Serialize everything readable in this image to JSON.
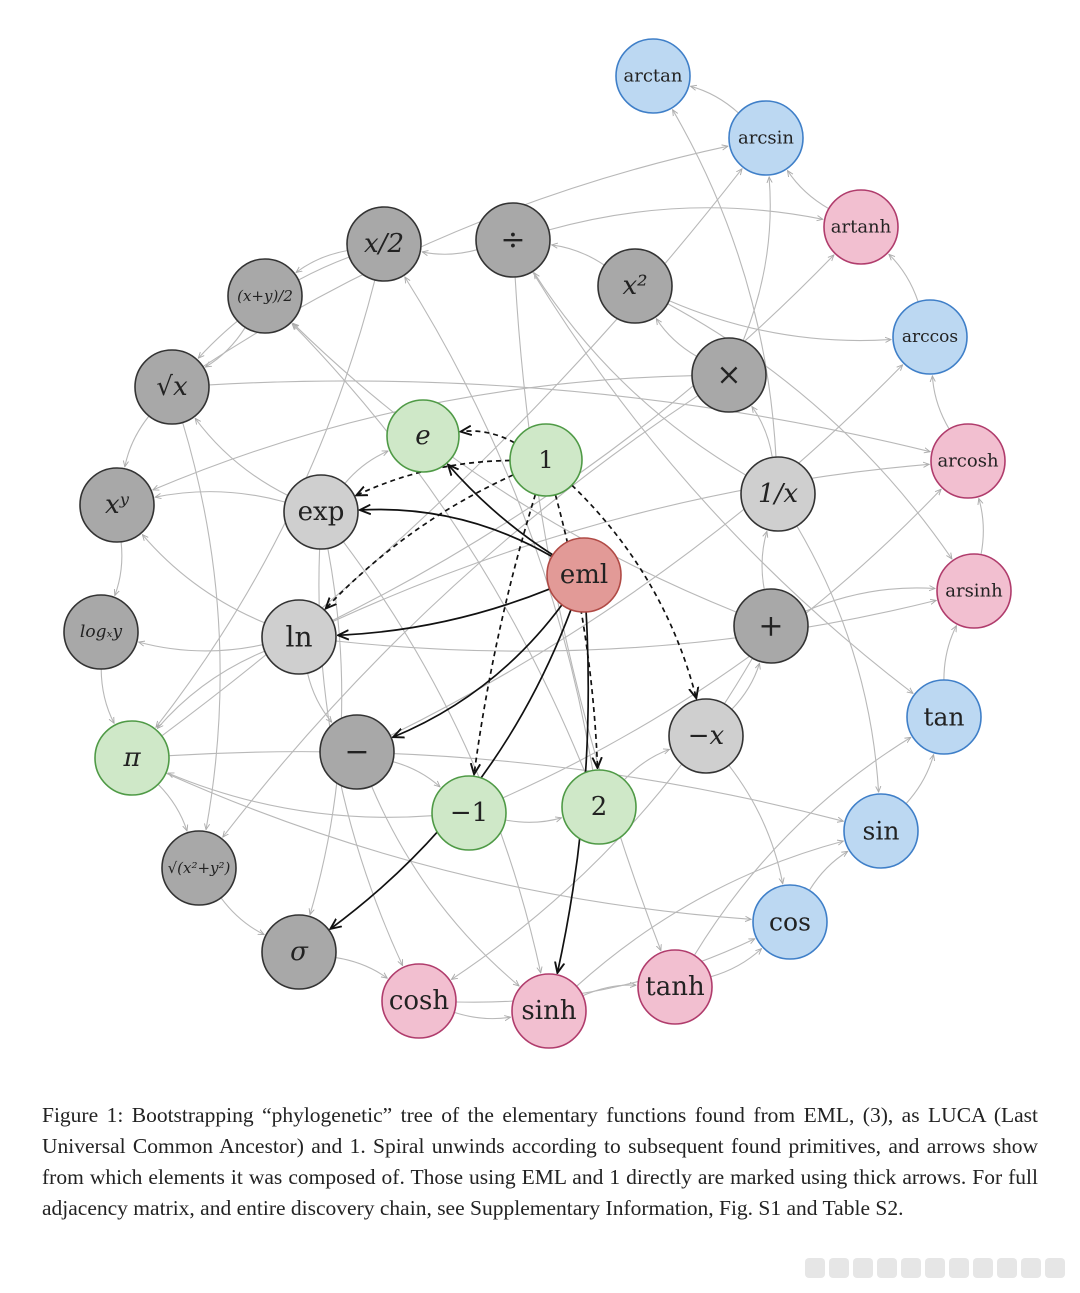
{
  "nodes": [
    {
      "id": "eml",
      "label": "eml",
      "group": "root"
    },
    {
      "id": "one",
      "label": "1",
      "group": "const"
    },
    {
      "id": "e",
      "label": "e",
      "group": "const"
    },
    {
      "id": "exp",
      "label": "exp",
      "group": "func"
    },
    {
      "id": "ln",
      "label": "ln",
      "group": "func"
    },
    {
      "id": "minus",
      "label": "−",
      "group": "func"
    },
    {
      "id": "neg1",
      "label": "−1",
      "group": "const"
    },
    {
      "id": "two",
      "label": "2",
      "group": "const"
    },
    {
      "id": "negx",
      "label": "−x",
      "group": "func"
    },
    {
      "id": "plus",
      "label": "+",
      "group": "func"
    },
    {
      "id": "inv",
      "label": "1/x",
      "group": "func"
    },
    {
      "id": "times",
      "label": "×",
      "group": "func"
    },
    {
      "id": "sq",
      "label": "x²",
      "group": "func"
    },
    {
      "id": "div",
      "label": "÷",
      "group": "func"
    },
    {
      "id": "half",
      "label": "x/2",
      "group": "func"
    },
    {
      "id": "avg",
      "label": "(x+y)/2",
      "group": "func"
    },
    {
      "id": "sqrt",
      "label": "√x",
      "group": "func"
    },
    {
      "id": "pow",
      "label": "xʸ",
      "group": "func"
    },
    {
      "id": "log",
      "label": "logₓy",
      "group": "func"
    },
    {
      "id": "pi",
      "label": "π",
      "group": "const"
    },
    {
      "id": "hyp",
      "label": "√(x²+y²)",
      "group": "func"
    },
    {
      "id": "sigma",
      "label": "σ",
      "group": "func"
    },
    {
      "id": "cosh",
      "label": "cosh",
      "group": "hyper"
    },
    {
      "id": "sinh",
      "label": "sinh",
      "group": "hyper"
    },
    {
      "id": "tanh",
      "label": "tanh",
      "group": "hyper"
    },
    {
      "id": "cos",
      "label": "cos",
      "group": "trig"
    },
    {
      "id": "sin",
      "label": "sin",
      "group": "trig"
    },
    {
      "id": "tan",
      "label": "tan",
      "group": "trig"
    },
    {
      "id": "arsinh",
      "label": "arsinh",
      "group": "hyper"
    },
    {
      "id": "arcosh",
      "label": "arcosh",
      "group": "hyper"
    },
    {
      "id": "arccos",
      "label": "arccos",
      "group": "trig"
    },
    {
      "id": "artanh",
      "label": "artanh",
      "group": "hyper"
    },
    {
      "id": "arcsin",
      "label": "arcsin",
      "group": "trig"
    },
    {
      "id": "arctan",
      "label": "arctan",
      "group": "trig"
    }
  ],
  "edges_thick": [
    {
      "from": "eml",
      "to": "exp",
      "style": "solid"
    },
    {
      "from": "eml",
      "to": "ln",
      "style": "solid"
    },
    {
      "from": "eml",
      "to": "minus",
      "style": "solid"
    },
    {
      "from": "eml",
      "to": "sigma",
      "style": "solid"
    },
    {
      "from": "eml",
      "to": "sinh",
      "style": "solid"
    },
    {
      "from": "one",
      "to": "e",
      "style": "dashed"
    },
    {
      "from": "one",
      "to": "exp",
      "style": "dashed"
    },
    {
      "from": "one",
      "to": "ln",
      "style": "dashed"
    },
    {
      "from": "one",
      "to": "negx",
      "style": "dashed"
    },
    {
      "from": "one",
      "to": "neg1",
      "style": "dashed"
    },
    {
      "from": "one",
      "to": "two",
      "style": "dashed"
    },
    {
      "from": "eml",
      "to": "e",
      "style": "solid"
    }
  ],
  "edges_thin": [
    [
      "exp",
      "e"
    ],
    [
      "ln",
      "minus"
    ],
    [
      "minus",
      "neg1"
    ],
    [
      "neg1",
      "two"
    ],
    [
      "two",
      "negx"
    ],
    [
      "negx",
      "plus"
    ],
    [
      "plus",
      "inv"
    ],
    [
      "inv",
      "times"
    ],
    [
      "times",
      "sq"
    ],
    [
      "sq",
      "div"
    ],
    [
      "div",
      "half"
    ],
    [
      "half",
      "avg"
    ],
    [
      "avg",
      "sqrt"
    ],
    [
      "sqrt",
      "pow"
    ],
    [
      "pow",
      "log"
    ],
    [
      "log",
      "pi"
    ],
    [
      "pi",
      "hyp"
    ],
    [
      "hyp",
      "sigma"
    ],
    [
      "sigma",
      "cosh"
    ],
    [
      "cosh",
      "sinh"
    ],
    [
      "sinh",
      "tanh"
    ],
    [
      "tanh",
      "cos"
    ],
    [
      "cos",
      "sin"
    ],
    [
      "sin",
      "tan"
    ],
    [
      "tan",
      "arsinh"
    ],
    [
      "arsinh",
      "arcosh"
    ],
    [
      "arcosh",
      "arccos"
    ],
    [
      "arccos",
      "artanh"
    ],
    [
      "artanh",
      "arcsin"
    ],
    [
      "arcsin",
      "arctan"
    ],
    [
      "ln",
      "pow"
    ],
    [
      "exp",
      "pow"
    ],
    [
      "ln",
      "log"
    ],
    [
      "times",
      "pow"
    ],
    [
      "inv",
      "div"
    ],
    [
      "half",
      "sqrt"
    ],
    [
      "pi",
      "sin"
    ],
    [
      "pi",
      "cos"
    ],
    [
      "sqrt",
      "hyp"
    ],
    [
      "times",
      "hyp"
    ],
    [
      "exp",
      "sigma"
    ],
    [
      "exp",
      "cosh"
    ],
    [
      "exp",
      "sinh"
    ],
    [
      "div",
      "tanh"
    ],
    [
      "sqrt",
      "arcosh"
    ],
    [
      "ln",
      "arsinh"
    ],
    [
      "ln",
      "arcosh"
    ],
    [
      "sq",
      "arccos"
    ],
    [
      "div",
      "artanh"
    ],
    [
      "ln",
      "artanh"
    ],
    [
      "sqrt",
      "arcsin"
    ],
    [
      "inv",
      "arctan"
    ],
    [
      "plus",
      "cosh"
    ],
    [
      "minus",
      "sinh"
    ],
    [
      "negx",
      "cos"
    ],
    [
      "two",
      "half"
    ],
    [
      "neg1",
      "pi"
    ],
    [
      "ln",
      "pi"
    ],
    [
      "exp",
      "sqrt"
    ],
    [
      "times",
      "arcsin"
    ],
    [
      "plus",
      "arsinh"
    ],
    [
      "minus",
      "arccos"
    ],
    [
      "sinh",
      "sin"
    ],
    [
      "cosh",
      "cos"
    ],
    [
      "tanh",
      "tan"
    ],
    [
      "neg1",
      "arcosh"
    ],
    [
      "sq",
      "arsinh"
    ],
    [
      "div",
      "tan"
    ],
    [
      "inv",
      "sin"
    ],
    [
      "pi",
      "arcsin"
    ],
    [
      "plus",
      "avg"
    ],
    [
      "two",
      "avg"
    ],
    [
      "half",
      "pi"
    ]
  ],
  "caption": "Figure 1:   Bootstrapping “phylogenetic” tree of the elementary functions found from EML, (3), as LUCA (Last Universal Common Ancestor) and 1. Spiral unwinds according to subsequent found primitives, and arrows show from which elements it was composed of. Those using EML and 1 directly are marked using thick arrows. For full adjacency matrix, and entire discovery chain, see Supplementary Information, Fig. S1 and Table S2.",
  "colors": {
    "root_fill": "#e29a97",
    "root_stroke": "#b04a45",
    "const_fill": "#cfe8c8",
    "const_stroke": "#4f9a46",
    "func_fill_light": "#cfcfcf",
    "func_fill_dark": "#a8a8a8",
    "func_stroke": "#333333",
    "hyper_fill": "#f2bfd0",
    "hyper_stroke": "#b03c6c",
    "trig_fill": "#bcd8f2",
    "trig_stroke": "#3f7fc8",
    "thin_edge": "#b8b8b8",
    "thick_edge": "#111111"
  }
}
